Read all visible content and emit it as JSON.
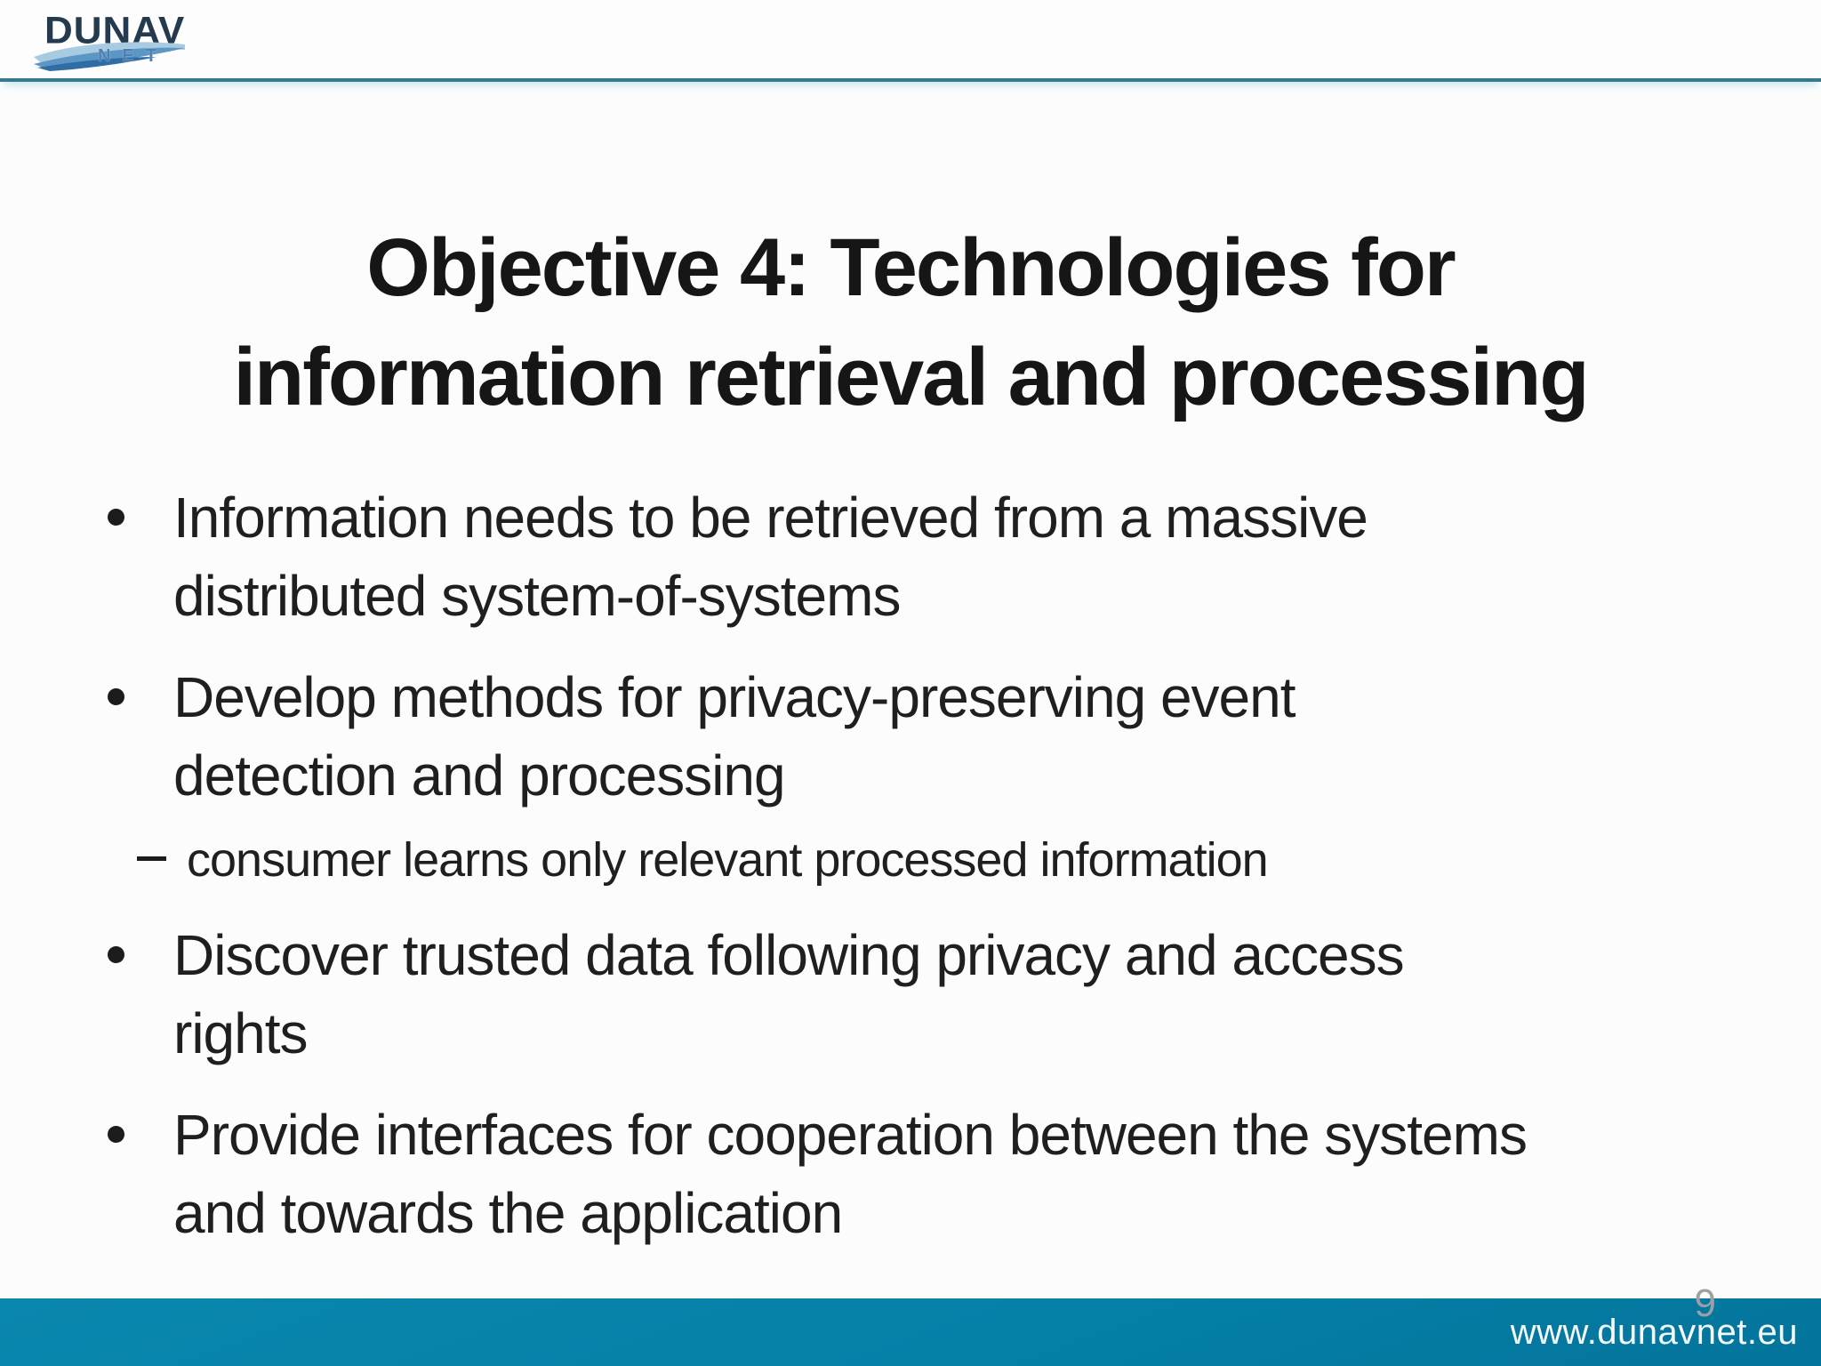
{
  "header": {
    "logo": {
      "brand": "DUNAV",
      "sub": "NET"
    }
  },
  "slide": {
    "title_line1": "Objective 4: Technologies for",
    "title_line2": "information retrieval and processing",
    "bullets": [
      {
        "text": "Information needs to be retrieved from a massive\ndistributed system-of-systems"
      },
      {
        "text": "Develop methods for privacy-preserving event\ndetection and processing",
        "sub_items": [
          "consumer learns only relevant processed information"
        ]
      },
      {
        "text": "Discover trusted data following privacy and access\nrights"
      },
      {
        "text": "Provide interfaces for cooperation between the systems\nand towards the application"
      }
    ]
  },
  "footer": {
    "page_number": "9",
    "url": "www.dunavnet.eu"
  },
  "colors": {
    "accent_teal_line": "#35798f",
    "footer_bar_top": "#0a87ae",
    "footer_bar_bottom": "#03749b",
    "logo_navy": "#243a4e",
    "logo_net_blue": "#4d7fb2",
    "wave_light_blue": "#a9cbe2",
    "wave_mid_blue": "#5b96c4",
    "wave_deep_blue": "#2f6da4",
    "title_text": "#161616",
    "body_text": "#1f1f1f",
    "page_number_gray": "#9aa0a6",
    "slide_background": "#fcfcfc"
  }
}
